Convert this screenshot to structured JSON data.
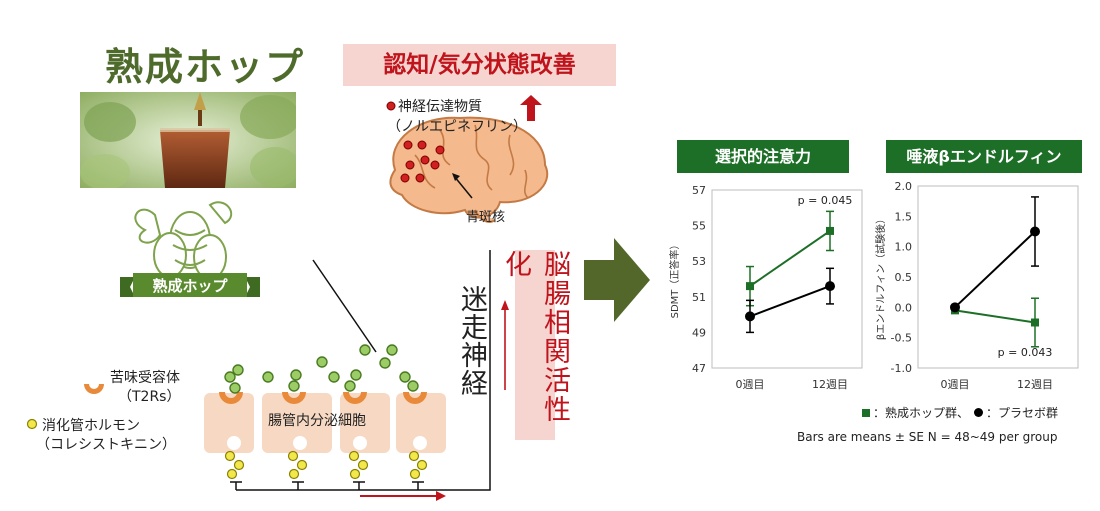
{
  "left": {
    "product_title": "熟成ホップ",
    "ribbon_text": "熟成ホップ",
    "receptor_label": "苦味受容体",
    "receptor_sub": "（T2Rs）",
    "hormone_label": "消化管ホルモン",
    "hormone_sub": "（コレシストキニン）",
    "cells_label": "腸管内分泌細胞",
    "vagus_label": "迷走神経",
    "gut_brain_label": "脳腸相関活性化",
    "neuro_label": "神経伝達物質",
    "neuro_sub": "（ノルエピネフリン）",
    "locus_label": "青斑核",
    "improve_label": "認知/気分状態改善"
  },
  "colors": {
    "dark_green": "#1d6f27",
    "olive": "#4e6b2b",
    "red": "#c0141c",
    "pink": "#f6d5d1",
    "cell": "#f7d8c2",
    "receptor": "#e98a3a",
    "dot_green": "#9ccc65",
    "dot_yellow": "#f2e84b",
    "brain": "#f4b98c",
    "arrow": "#54672a"
  },
  "chart_data": [
    {
      "type": "line",
      "title": "選択的注意力",
      "ylabel": "SDMT（正答率）",
      "categories": [
        "0週目",
        "12週目"
      ],
      "ylim": [
        47,
        57
      ],
      "yticks": [
        "47",
        "49",
        "51",
        "53",
        "55",
        "57"
      ],
      "series": [
        {
          "color": "#1d6f27",
          "marker": "square",
          "values": [
            51.6,
            54.7
          ],
          "err": [
            1.1,
            1.1
          ]
        },
        {
          "color": "#000000",
          "marker": "circle",
          "values": [
            49.9,
            51.6
          ],
          "err": [
            0.9,
            1.0
          ]
        }
      ],
      "annotation": "p = 0.045"
    },
    {
      "type": "line",
      "title": "唾液βエンドルフィン",
      "ylabel": "βエンドルフィン（試験後）",
      "categories": [
        "0週目",
        "12週目"
      ],
      "ylim": [
        -1.0,
        2.0
      ],
      "yticks": [
        "-1.0",
        "-0.5",
        "0.0",
        "0.5",
        "1.0",
        "1.5",
        "2.0"
      ],
      "series": [
        {
          "color": "#1d6f27",
          "marker": "square",
          "values": [
            -0.05,
            -0.25
          ],
          "err": [
            0.0,
            0.4
          ]
        },
        {
          "color": "#000000",
          "marker": "circle",
          "values": [
            0.0,
            1.25
          ],
          "err": [
            0.0,
            0.57
          ]
        }
      ],
      "annotation": "p = 0.043"
    }
  ],
  "legend": {
    "hop_label": "：熟成ホップ群、",
    "placebo_label": "：プラセボ群"
  },
  "footnote": "Bars are means ± SE N = 48~49 per group"
}
